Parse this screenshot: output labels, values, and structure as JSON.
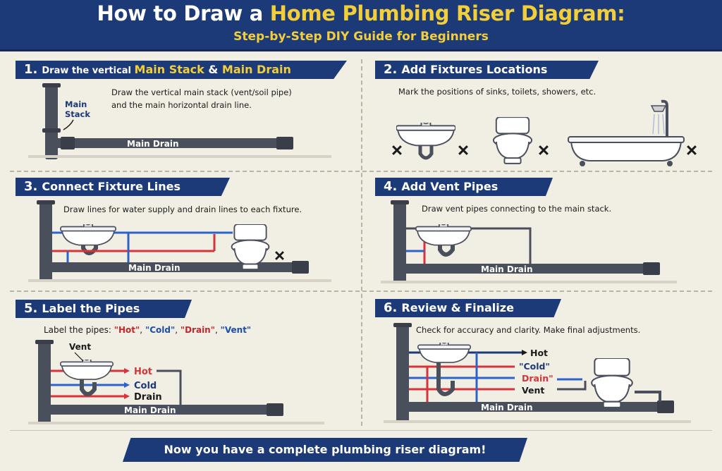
{
  "header": {
    "title_part1": "How to Draw a ",
    "title_part2": "Home Plumbing Riser Diagram:",
    "subtitle": "Step-by-Step DIY Guide for Beginners"
  },
  "steps": [
    {
      "num": "1.",
      "title_pre": "Draw the vertical ",
      "title_hl1": "Main Stack",
      "title_mid": " & ",
      "title_hl2": "Main Drain",
      "desc_line1": "Draw the vertical main stack (vent/soil pipe)",
      "desc_line2": "and the main horizontal drain line.",
      "label_main": "Main",
      "label_stack": "Stack",
      "label_drain": "Main Drain"
    },
    {
      "num": "2.",
      "title": "Add Fixtures Locations",
      "desc": "Mark the positions of sinks, toilets, showers, etc."
    },
    {
      "num": "3.",
      "title": "Connect Fixture Lines",
      "desc": "Draw lines for water supply and drain lines to each fixture.",
      "label_drain": "Main Drain"
    },
    {
      "num": "4.",
      "title": "Add Vent Pipes",
      "desc": "Draw vent pipes connecting to the main stack.",
      "label_drain": "Main Drain"
    },
    {
      "num": "5.",
      "title": "Label the Pipes",
      "desc_pre": "Label the pipes: ",
      "desc_hot": "\"Hot\"",
      "desc_c1": ", ",
      "desc_cold": "\"Cold\"",
      "desc_c2": ", ",
      "desc_drain": "\"Drain\"",
      "desc_c3": ", ",
      "desc_vent": "\"Vent\"",
      "label_vent": "Vent",
      "label_hot": "Hot",
      "label_cold": "Cold",
      "label_drainpipe": "Drain",
      "label_drain": "Main Drain"
    },
    {
      "num": "6.",
      "title": "Review & Finalize",
      "desc": "Check for accuracy and clarity. Make final adjustments.",
      "label_hot": "Hot",
      "label_cold": "\"Cold\"",
      "label_drainpipe": "Drain\"",
      "label_vent": "Vent",
      "label_drain": "Main Drain"
    }
  ],
  "footer": "Now you have a complete plumbing riser diagram!",
  "colors": {
    "navy": "#1d3a78",
    "gold": "#f2cf3a",
    "pipe": "#4a4f5c",
    "hot": "#d8323a",
    "cold": "#2d62c8"
  }
}
